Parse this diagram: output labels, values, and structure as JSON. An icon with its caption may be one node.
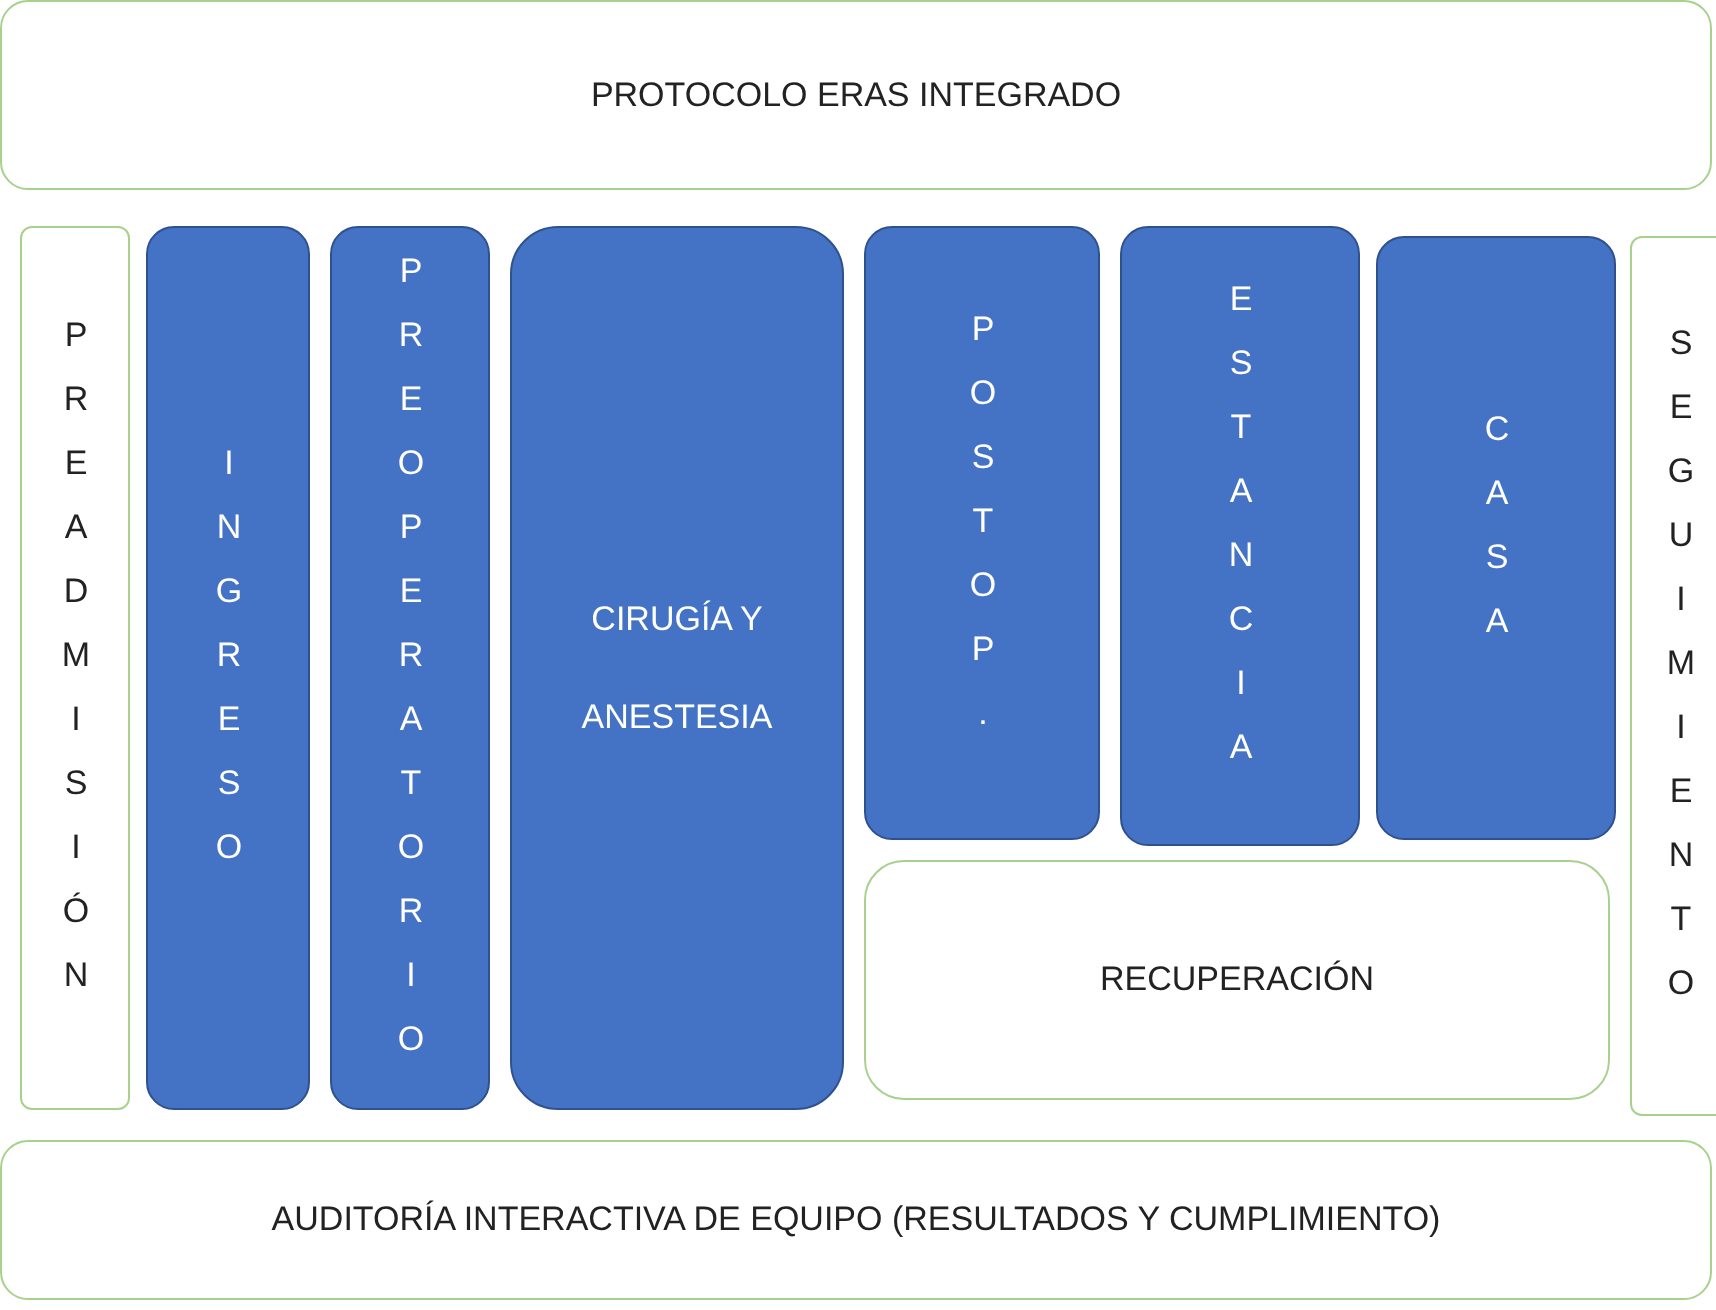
{
  "diagram": {
    "nodes": [
      {
        "text": [
          "PROTOCOLO ERAS INTEGRADO"
        ]
      },
      {
        "text": [
          "PREADMISIÓN"
        ]
      },
      {
        "text": [
          "INGRESO"
        ]
      },
      {
        "text": [
          "PREOPERATORIO"
        ]
      },
      {
        "text": [
          "CIRUGÍA Y ANESTESIA"
        ]
      },
      {
        "text": [
          "POSTOP."
        ]
      },
      {
        "text": [
          "ESTANCIA"
        ]
      },
      {
        "text": [
          "CASA"
        ]
      },
      {
        "text": [
          "SEGUIMIENTO"
        ]
      },
      {
        "text": [
          "RECUPERACIÓN"
        ]
      },
      {
        "text": [
          "AUDITORÍA INTERACTIVA DE EQUIPO (RESULTADOS Y CUMPLIMIENTO)"
        ]
      }
    ]
  }
}
